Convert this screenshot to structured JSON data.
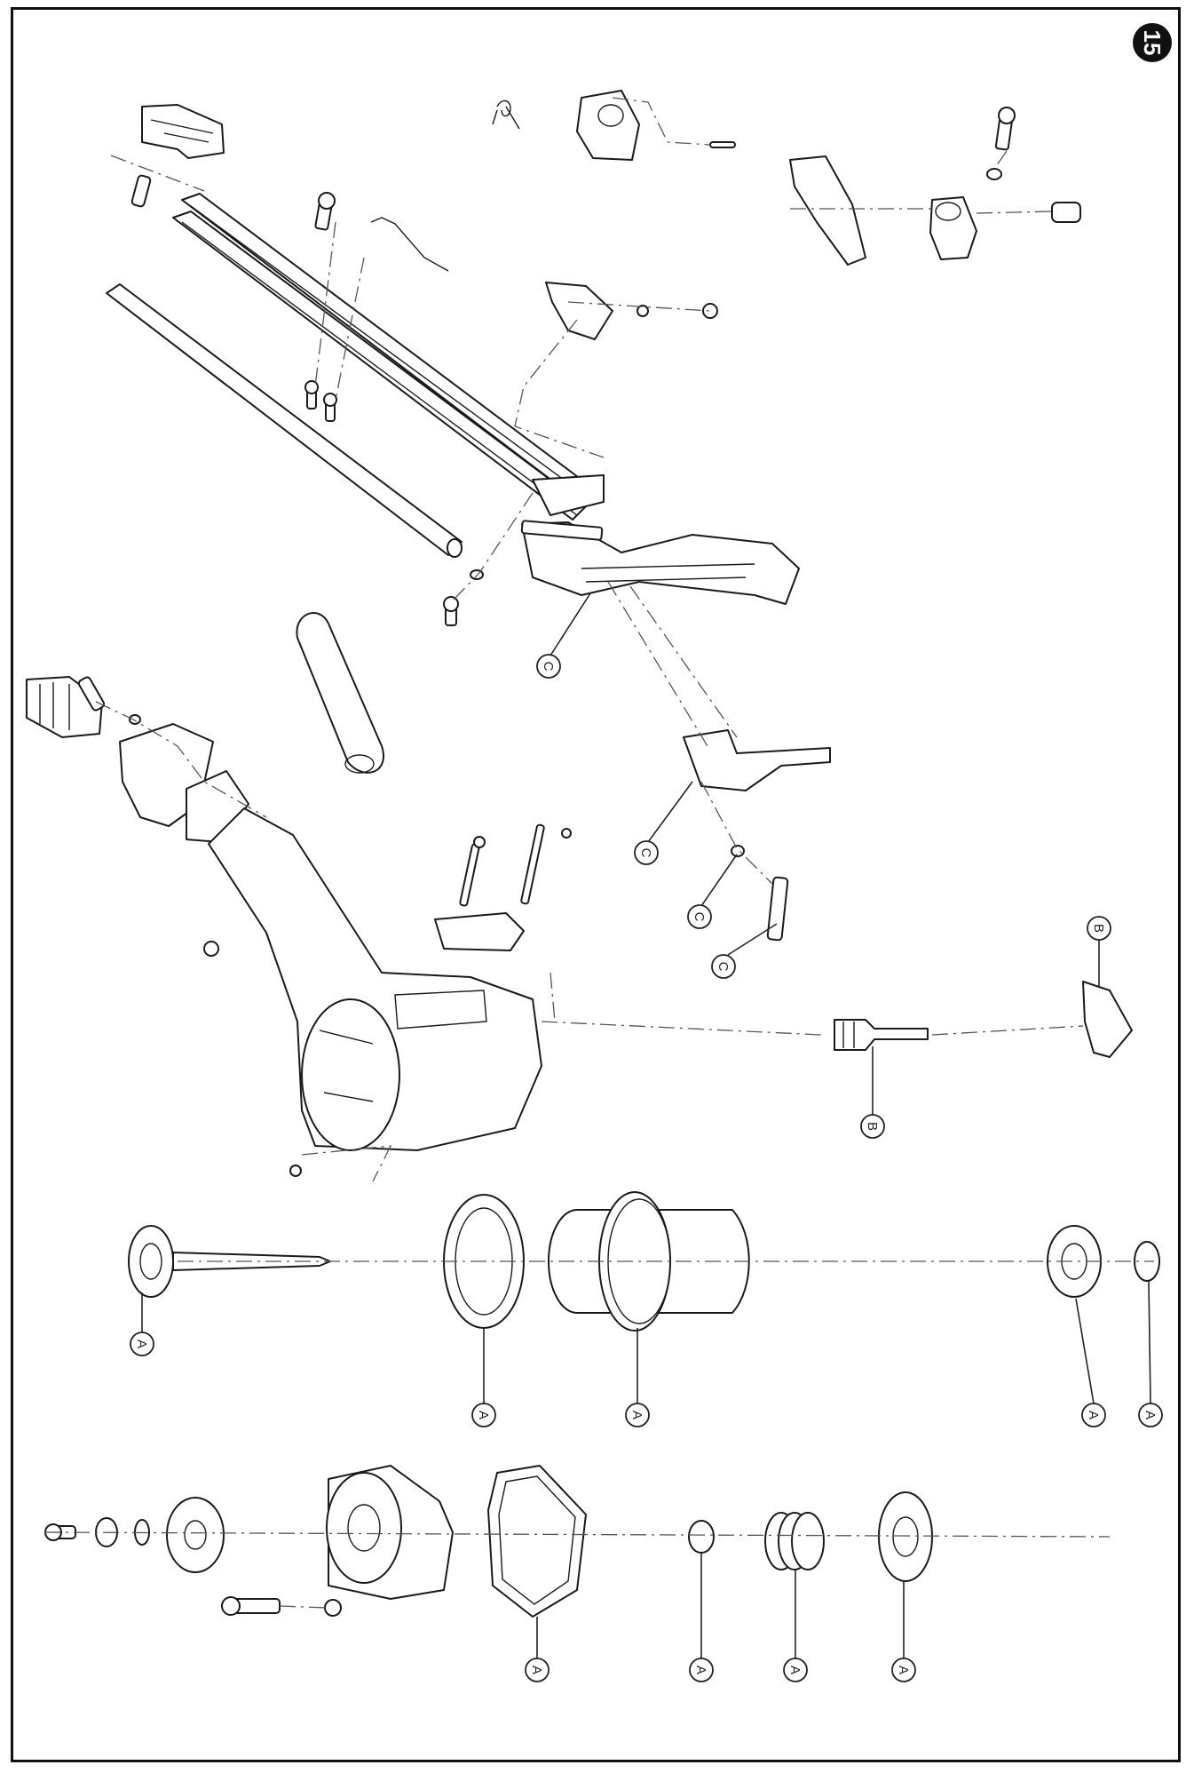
{
  "page_badge": "15",
  "callouts": [
    {
      "id": "c1",
      "label": "C"
    },
    {
      "id": "c2",
      "label": "C"
    },
    {
      "id": "c3",
      "label": "C"
    },
    {
      "id": "c4",
      "label": "C"
    },
    {
      "id": "b1",
      "label": "B"
    },
    {
      "id": "b2",
      "label": "B"
    },
    {
      "id": "a1",
      "label": "A"
    },
    {
      "id": "a2",
      "label": "A"
    },
    {
      "id": "a3",
      "label": "A"
    },
    {
      "id": "a4",
      "label": "A"
    },
    {
      "id": "a5",
      "label": "A"
    },
    {
      "id": "a6",
      "label": "A"
    },
    {
      "id": "a7",
      "label": "A"
    },
    {
      "id": "a8",
      "label": "A"
    },
    {
      "id": "a9",
      "label": "A"
    }
  ]
}
